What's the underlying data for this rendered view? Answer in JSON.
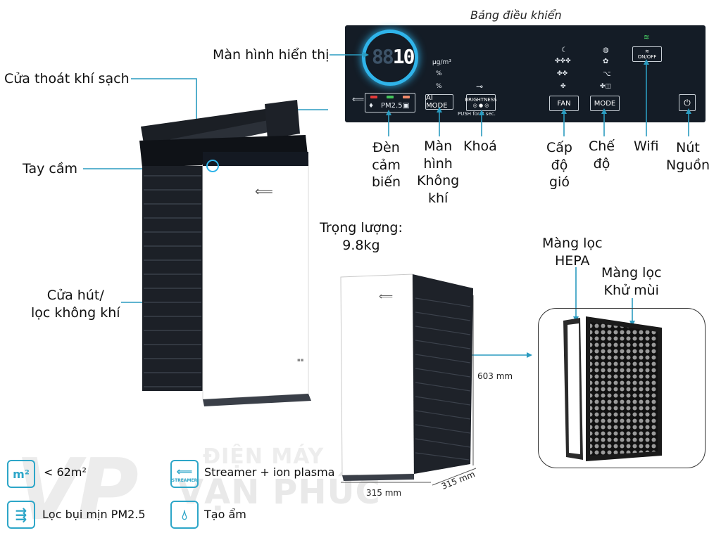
{
  "panel": {
    "title": "Bảng điều khiển",
    "display_value": "10",
    "display_dim": "88",
    "unit_ugm3": "μg/m³",
    "unit_pct_1": "%",
    "unit_pct_2": "%",
    "pm25_label": "PM2.5",
    "ai_mode_label": "AI MODE",
    "brightness_label": "BRIGHTNESS",
    "push_label": "PUSH for 2 sec.",
    "fan_label": "FAN",
    "mode_label": "MODE",
    "onoff_label": "ON/OFF"
  },
  "labels": {
    "display_screen": "Màn hình hiển thị",
    "clean_air_outlet": "Cửa thoát khí sạch",
    "handle": "Tay cầm",
    "air_intake": "Cửa hút/\nlọc không khí",
    "sensor_light": "Đèn\ncảm\nbiến",
    "air_screen": "Màn\nhình\nKhông\nkhí",
    "lock": "Khoá",
    "fan_speed": "Cấp\nđộ\ngió",
    "mode": "Chế\nđộ",
    "wifi": "Wifi",
    "power_button": "Nút\nNguồn",
    "weight": "Trọng lượng:\n9.8kg",
    "hepa_filter": "Màng lọc\nHEPA",
    "deodor_filter": "Màng lọc\nKhử mùi"
  },
  "dimensions": {
    "height": "603 mm",
    "width": "315 mm",
    "depth": "315 mm"
  },
  "features": [
    {
      "icon": "area-icon",
      "icon_text": "m²",
      "text": "< 62m²"
    },
    {
      "icon": "streamer-icon",
      "icon_text": "STREAMER",
      "text": "Streamer + ion plasma"
    },
    {
      "icon": "pm25-filter-icon",
      "icon_text": "",
      "text": "Lọc bụi mịn PM2.5"
    },
    {
      "icon": "humidify-icon",
      "icon_text": "",
      "text": "Tạo ẩm"
    }
  ],
  "watermark": {
    "line1": "ĐIỆN MÁY",
    "line2": "VẠN PHÚC"
  },
  "colors": {
    "accent": "#2da6c8",
    "panel_bg": "#141c26",
    "display_ring": "#2fb4ea"
  }
}
